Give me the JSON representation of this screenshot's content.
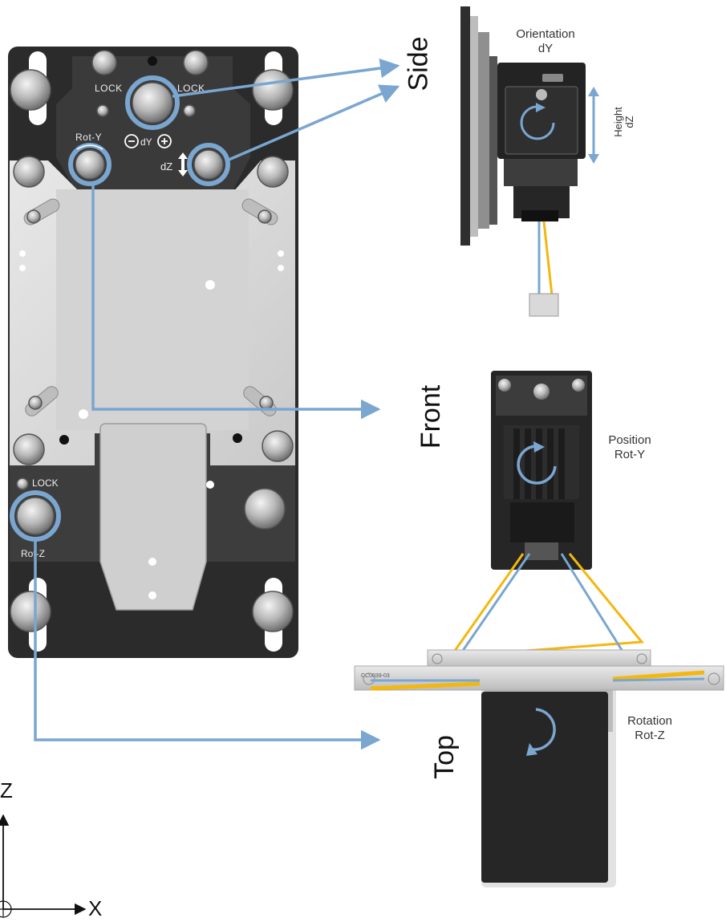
{
  "views": {
    "side": "Side",
    "front": "Front",
    "top": "Top"
  },
  "captions": {
    "side_top": "Orientation",
    "side_bottom": "dY",
    "height_top": "Height",
    "height_bottom": "dZ",
    "front_top": "Position",
    "front_bottom": "Rot-Y",
    "top_top": "Rotation",
    "top_bottom": "Rot-Z"
  },
  "plate_labels": {
    "lock_left": "LOCK",
    "lock_right": "LOCK",
    "lock_bottom": "LOCK",
    "rot_y": "Rot-Y",
    "dy": "dY",
    "dz": "dZ",
    "rot_z": "Rot-Z"
  },
  "axes": {
    "z": "Z",
    "x": "X"
  },
  "rail_label": "CC0039-03",
  "colors": {
    "callout_blue": "#7aa6d0",
    "ray_yellow": "#f3b70f",
    "plate_dark": "#2a2a2a",
    "plate_light": "#d9d9d9"
  }
}
